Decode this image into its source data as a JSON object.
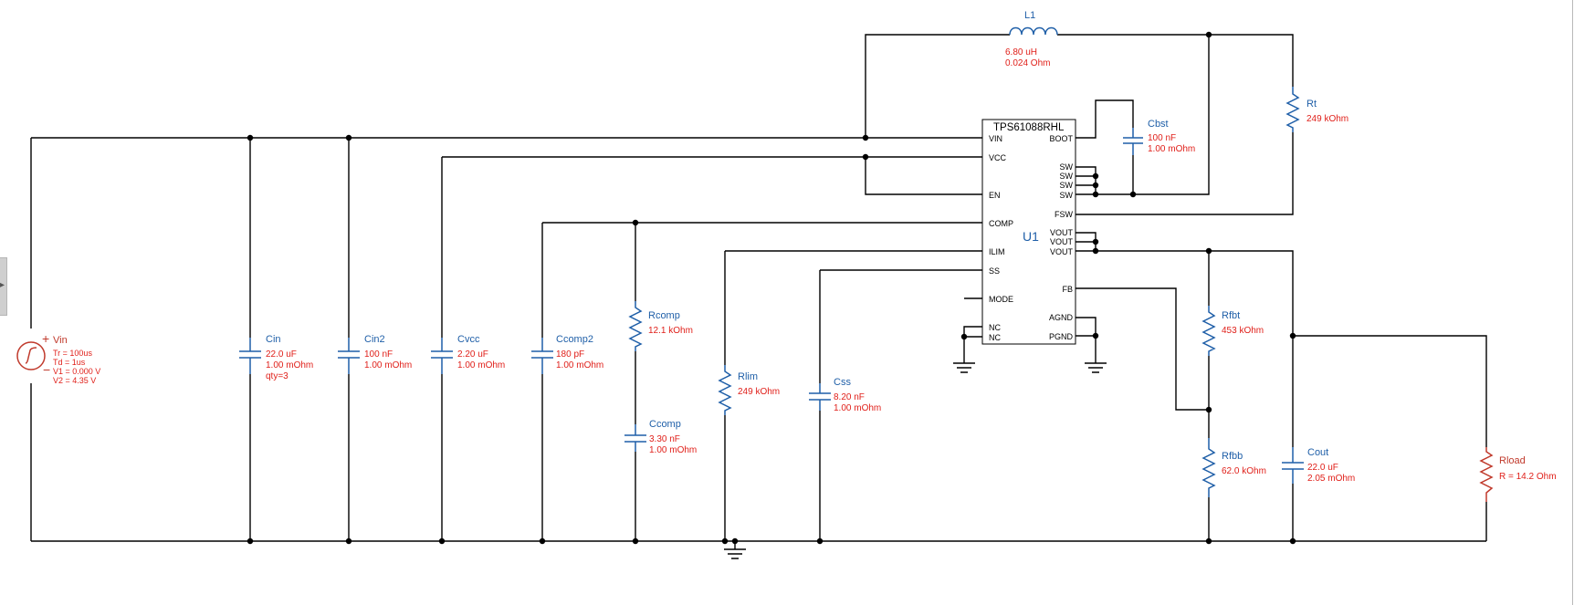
{
  "schematic": {
    "ic": {
      "part_number": "TPS61088RHL",
      "designator": "U1",
      "left_pins": [
        "VIN",
        "VCC",
        "EN",
        "COMP",
        "ILIM",
        "SS",
        "MODE",
        "NC",
        "NC"
      ],
      "right_pins": [
        "BOOT",
        "SW",
        "SW",
        "SW",
        "SW",
        "FSW",
        "VOUT",
        "VOUT",
        "VOUT",
        "FB",
        "AGND",
        "PGND"
      ]
    },
    "source": {
      "name": "Vin",
      "params": [
        "Tr = 100us",
        "Td = 1us",
        "V1 = 0.000 V",
        "V2 = 4.35 V"
      ]
    },
    "components": {
      "L1": {
        "name": "L1",
        "val1": "6.80 uH",
        "val2": "0.024 Ohm"
      },
      "Cbst": {
        "name": "Cbst",
        "val1": "100 nF",
        "val2": "1.00 mOhm"
      },
      "Rt": {
        "name": "Rt",
        "val1": "249 kOhm"
      },
      "Cin": {
        "name": "Cin",
        "val1": "22.0 uF",
        "val2": "1.00 mOhm",
        "val3": "qty=3"
      },
      "Cin2": {
        "name": "Cin2",
        "val1": "100 nF",
        "val2": "1.00 mOhm"
      },
      "Cvcc": {
        "name": "Cvcc",
        "val1": "2.20 uF",
        "val2": "1.00 mOhm"
      },
      "Ccomp2": {
        "name": "Ccomp2",
        "val1": "180 pF",
        "val2": "1.00 mOhm"
      },
      "Rcomp": {
        "name": "Rcomp",
        "val1": "12.1 kOhm"
      },
      "Ccomp": {
        "name": "Ccomp",
        "val1": "3.30 nF",
        "val2": "1.00 mOhm"
      },
      "Rlim": {
        "name": "Rlim",
        "val1": "249 kOhm"
      },
      "Css": {
        "name": "Css",
        "val1": "8.20 nF",
        "val2": "1.00 mOhm"
      },
      "Rfbt": {
        "name": "Rfbt",
        "val1": "453 kOhm"
      },
      "Rfbb": {
        "name": "Rfbb",
        "val1": "62.0 kOhm"
      },
      "Cout": {
        "name": "Cout",
        "val1": "22.0 uF",
        "val2": "2.05 mOhm"
      },
      "Rload": {
        "name": "Rload",
        "val1": "R = 14.2 Ohm"
      }
    },
    "colors": {
      "component": "#1f5fa8",
      "value": "#e0201a",
      "load": "#c0392b",
      "wire": "#000000"
    }
  }
}
